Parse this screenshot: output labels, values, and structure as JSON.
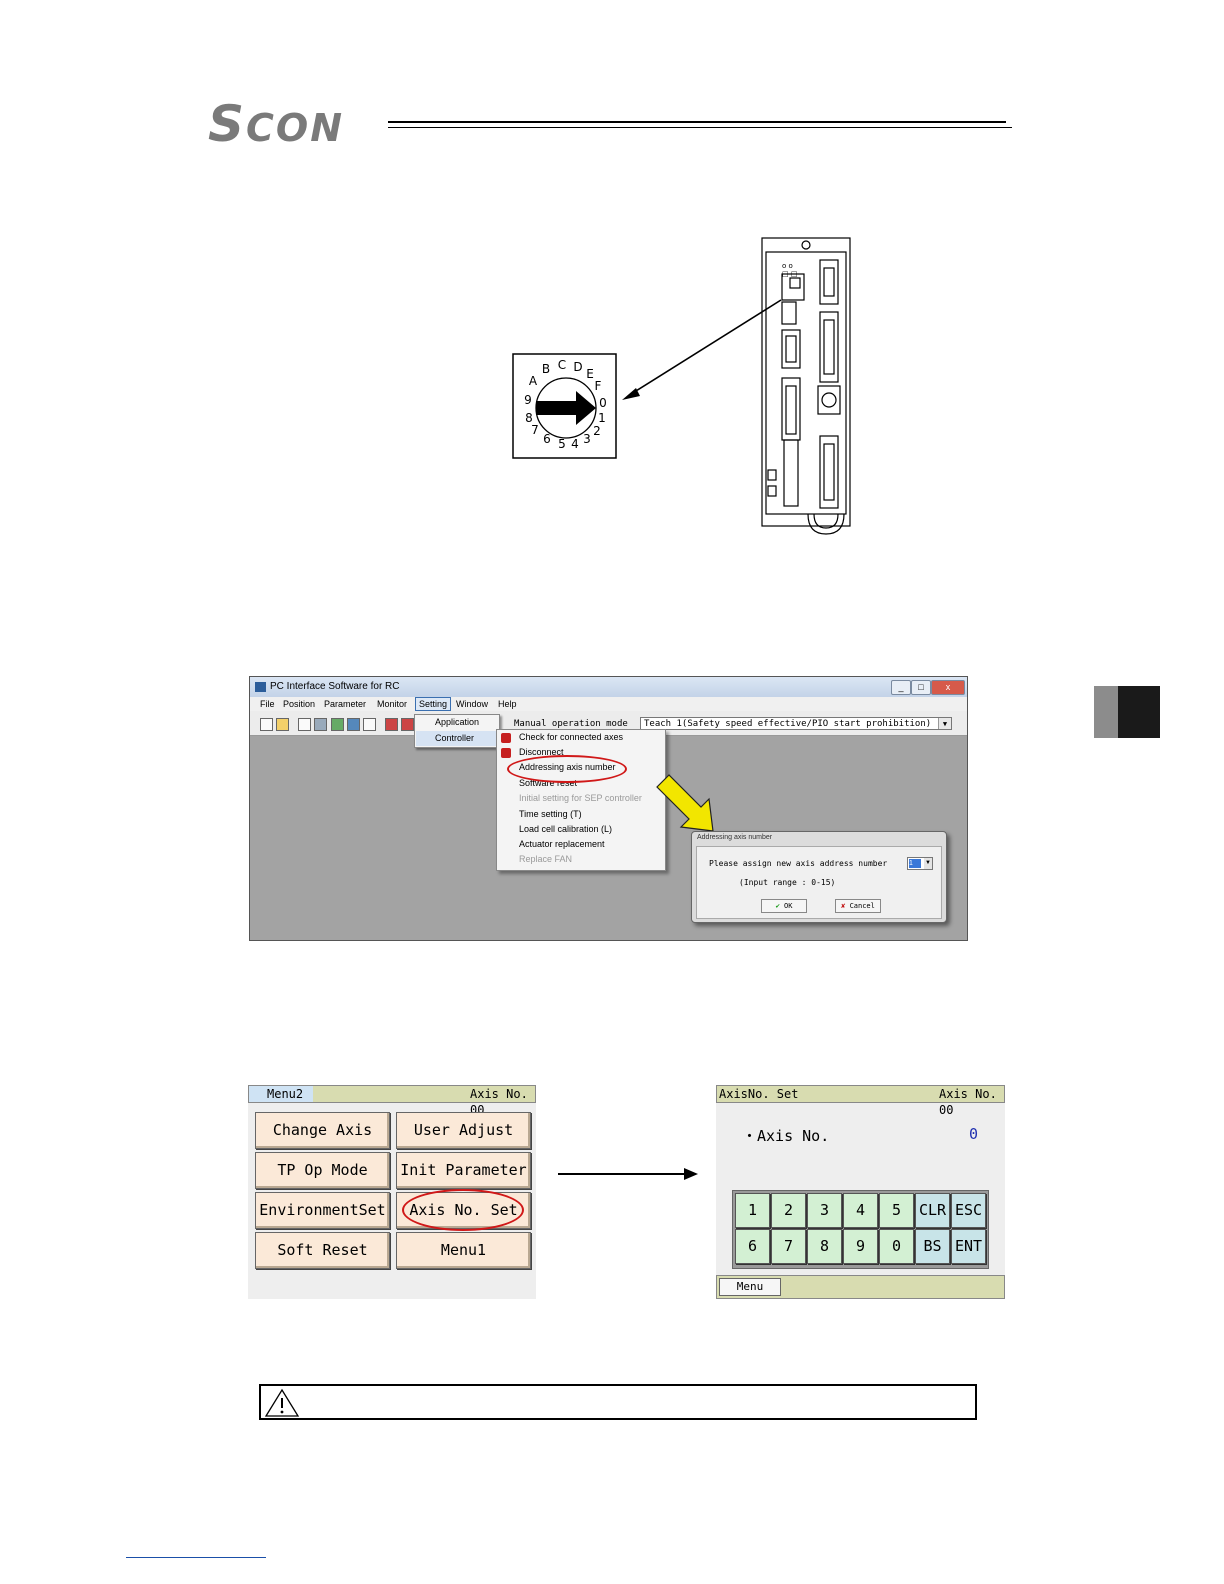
{
  "header": {
    "logo_s": "S",
    "logo_rest": "CON"
  },
  "rotary_switch": {
    "letters": [
      "A",
      "B",
      "C",
      "D",
      "E",
      "F",
      "0",
      "1",
      "2",
      "3",
      "4",
      "5",
      "6",
      "7",
      "8",
      "9"
    ]
  },
  "pc_software": {
    "title": "PC Interface Software for RC",
    "window_buttons": [
      "_",
      "□",
      "x"
    ],
    "menu": [
      "File",
      "Position",
      "Parameter",
      "Monitor",
      "Setting",
      "Window",
      "Help"
    ],
    "setting_submenu": [
      "Application",
      "Controller"
    ],
    "mode_label": "Manual operation mode",
    "mode_value": "Teach 1(Safety speed effective/PIO start prohibition)",
    "controller_menu": [
      "Check for connected axes",
      "Disconnect",
      "Addressing axis number",
      "Software reset",
      "Initial setting for SEP controller",
      "Time setting (T)",
      "Load cell calibration (L)",
      "Actuator replacement",
      "Replace FAN"
    ],
    "dialog": {
      "title": "Addressing axis number",
      "prompt": "Please assign new axis address number",
      "range": "(Input range : 0-15)",
      "selected": "1",
      "ok": "OK",
      "cancel": "Cancel"
    }
  },
  "tp_menu2": {
    "title": "Menu2",
    "axis": "Axis No. 00",
    "buttons": [
      "Change Axis",
      "User Adjust",
      "TP Op Mode",
      "Init Parameter",
      "EnvironmentSet",
      "Axis No. Set",
      "Soft Reset",
      "Menu1"
    ]
  },
  "tp_axis_set": {
    "title": "AxisNo. Set",
    "axis": "Axis No. 00",
    "field_label": "・Axis No.",
    "field_value": "0",
    "keys_row1": [
      "1",
      "2",
      "3",
      "4",
      "5",
      "CLR",
      "ESC"
    ],
    "keys_row2": [
      "6",
      "7",
      "8",
      "9",
      "0",
      "BS",
      "ENT"
    ],
    "footer_button": "Menu"
  },
  "colors": {
    "highlight_ellipse": "#d01818",
    "arrow_yellow": "#f2e600",
    "tp_header": "#d8dcb0",
    "menu_button": "#fbe9d8",
    "key_green": "#d3f0d3"
  }
}
